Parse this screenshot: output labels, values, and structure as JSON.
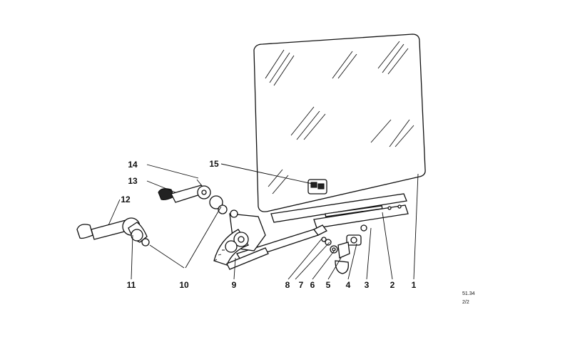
{
  "callouts": [
    {
      "id": "c1",
      "label": "1"
    },
    {
      "id": "c2",
      "label": "2"
    },
    {
      "id": "c3",
      "label": "3"
    },
    {
      "id": "c4",
      "label": "4"
    },
    {
      "id": "c5",
      "label": "5"
    },
    {
      "id": "c6",
      "label": "6"
    },
    {
      "id": "c7",
      "label": "7"
    },
    {
      "id": "c8",
      "label": "8"
    },
    {
      "id": "c9",
      "label": "9"
    },
    {
      "id": "c10",
      "label": "10"
    },
    {
      "id": "c11",
      "label": "11"
    },
    {
      "id": "c12",
      "label": "12"
    },
    {
      "id": "c13",
      "label": "13"
    },
    {
      "id": "c14",
      "label": "14"
    },
    {
      "id": "c15",
      "label": "15"
    }
  ],
  "drawing_code": {
    "line1": "51.34",
    "line2": "2/2"
  }
}
